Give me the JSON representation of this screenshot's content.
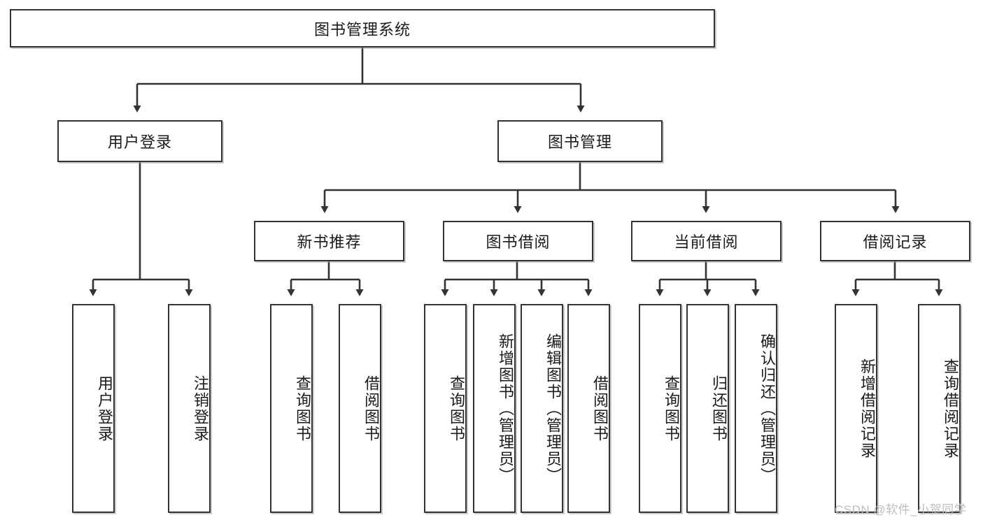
{
  "diagram": {
    "type": "hierarchy-tree",
    "title": "图书管理系统",
    "watermark": "CSDN @软件_小贺同学",
    "colors": {
      "box_border": "#333333",
      "box_fill": "#ffffff",
      "line": "#333333",
      "text": "#1a1a1a",
      "watermark": "#bdbdbd"
    },
    "nodes": {
      "root": {
        "label": "图书管理系统"
      },
      "level1": [
        {
          "id": "user-login",
          "label": "用户登录"
        },
        {
          "id": "book-manage",
          "label": "图书管理"
        }
      ],
      "level2": [
        {
          "id": "new-book-recommend",
          "label": "新书推荐"
        },
        {
          "id": "book-borrow",
          "label": "图书借阅"
        },
        {
          "id": "current-borrow",
          "label": "当前借阅"
        },
        {
          "id": "borrow-record",
          "label": "借阅记录"
        }
      ],
      "leaves": {
        "user-login": [
          {
            "id": "leaf-user-login",
            "label": "用户登录"
          },
          {
            "id": "leaf-logout",
            "label": "注销登录"
          }
        ],
        "new-book-recommend": [
          {
            "id": "leaf-query-book-1",
            "label": "查询图书"
          },
          {
            "id": "leaf-borrow-book-1",
            "label": "借阅图书"
          }
        ],
        "book-borrow": [
          {
            "id": "leaf-query-book-2",
            "label": "查询图书"
          },
          {
            "id": "leaf-add-book",
            "label": "新增图书（管理员）"
          },
          {
            "id": "leaf-edit-book",
            "label": "编辑图书（管理员）"
          },
          {
            "id": "leaf-borrow-book-2",
            "label": "借阅图书"
          }
        ],
        "current-borrow": [
          {
            "id": "leaf-query-book-3",
            "label": "查询图书"
          },
          {
            "id": "leaf-return-book",
            "label": "归还图书"
          },
          {
            "id": "leaf-confirm-return",
            "label": "确认归还（管理员）"
          }
        ],
        "borrow-record": [
          {
            "id": "leaf-add-record",
            "label": "新增借阅记录"
          },
          {
            "id": "leaf-query-record",
            "label": "查询借阅记录"
          }
        ]
      }
    }
  }
}
